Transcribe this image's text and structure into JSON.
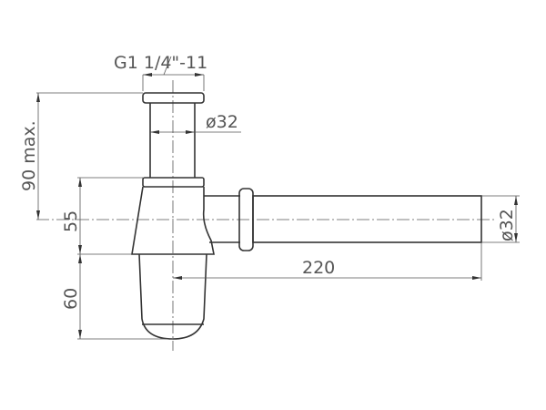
{
  "dimensions": {
    "thread": "G1 1/4\"-11",
    "inlet_diameter": "ø32",
    "height_max": "90 max.",
    "body_height": "55",
    "bowl_height": "60",
    "outlet_length": "220",
    "outlet_diameter": "ø32"
  }
}
